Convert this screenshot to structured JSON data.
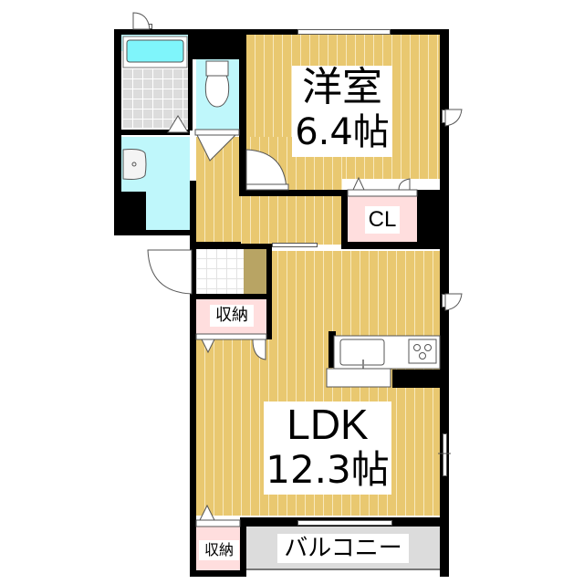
{
  "floor_plan": {
    "rooms": {
      "western_room": {
        "name": "洋室",
        "size": "6.4帖"
      },
      "ldk": {
        "name": "LDK",
        "size": "12.3帖"
      },
      "closet": {
        "label": "CL"
      },
      "storage_upper": {
        "label": "収納"
      },
      "storage_lower": {
        "label": "収納"
      },
      "balcony": {
        "label": "バルコニー"
      }
    },
    "fixtures": [
      "bathtub",
      "toilet",
      "washbasin",
      "kitchen-sink",
      "stove-3-burner",
      "washing-machine-space",
      "shoe-cabinet"
    ],
    "colors": {
      "floor": "#e9c870",
      "floor_stripe": "#f8e9bd",
      "wet_area": "#bff7fb",
      "storage": "#ffdede",
      "bath_tile": "#dcdcdc",
      "balcony": "#dcdcdc",
      "wall": "#000000",
      "shoe_cabinet": "#b8a464"
    }
  }
}
